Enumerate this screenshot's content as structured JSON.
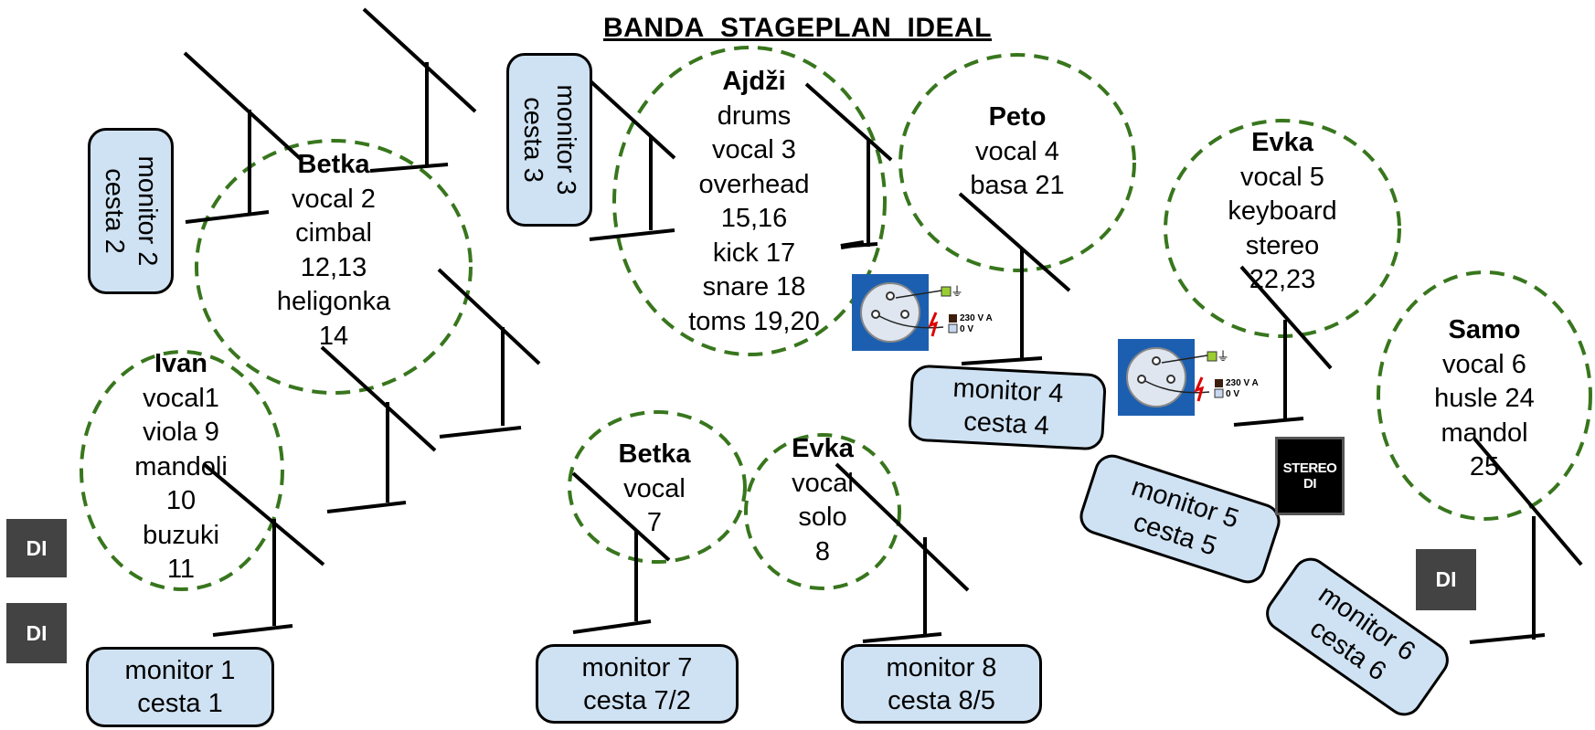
{
  "title": "BANDA_STAGEPLAN_IDEAL",
  "colors": {
    "circle": "#38761d",
    "monitor_fill": "#cfe2f3",
    "di": "#434343",
    "outlet": "#1c5fb0"
  },
  "performers": {
    "betka_main": {
      "name": "Betka",
      "lines": [
        "vocal 2",
        "cimbal",
        "12,13",
        "heligonka",
        "14"
      ]
    },
    "ajdzi": {
      "name": "Ajdži",
      "lines": [
        "drums",
        "vocal 3",
        "overhead",
        "15,16",
        "kick 17",
        "snare 18",
        "toms 19,20"
      ]
    },
    "peto": {
      "name": "Peto",
      "lines": [
        "vocal 4",
        "basa 21"
      ]
    },
    "evka_keys": {
      "name": "Evka",
      "lines": [
        "vocal 5",
        "keyboard",
        "stereo",
        "22,23"
      ]
    },
    "samo": {
      "name": "Samo",
      "lines": [
        "vocal 6",
        "husle 24",
        "mandol",
        "25"
      ]
    },
    "ivan": {
      "name": "Ivan",
      "lines": [
        "vocal1",
        "viola 9",
        "mandoli",
        "10",
        "buzuki",
        "11"
      ]
    },
    "betka_vocal": {
      "name": "Betka",
      "lines": [
        "vocal",
        "7"
      ]
    },
    "evka_solo": {
      "name": "Evka",
      "lines": [
        "vocal",
        "solo",
        "8"
      ]
    }
  },
  "monitors": {
    "m1": {
      "line1": "monitor 1",
      "line2": "cesta 1"
    },
    "m2": {
      "line1": "monitor 2",
      "line2": "cesta 2"
    },
    "m3": {
      "line1": "monitor 3",
      "line2": "cesta 3"
    },
    "m4": {
      "line1": "monitor 4",
      "line2": "cesta 4"
    },
    "m5": {
      "line1": "monitor 5",
      "line2": "cesta 5"
    },
    "m6": {
      "line1": "monitor 6",
      "line2": "cesta 6"
    },
    "m7": {
      "line1": "monitor 7",
      "line2": "cesta 7/2"
    },
    "m8": {
      "line1": "monitor 8",
      "line2": "cesta 8/5"
    }
  },
  "di_label": "DI",
  "stereo_di": {
    "line1": "STEREO",
    "line2": "DI"
  },
  "outlet": {
    "voltage": "230 V A",
    "zero": "0 V"
  }
}
